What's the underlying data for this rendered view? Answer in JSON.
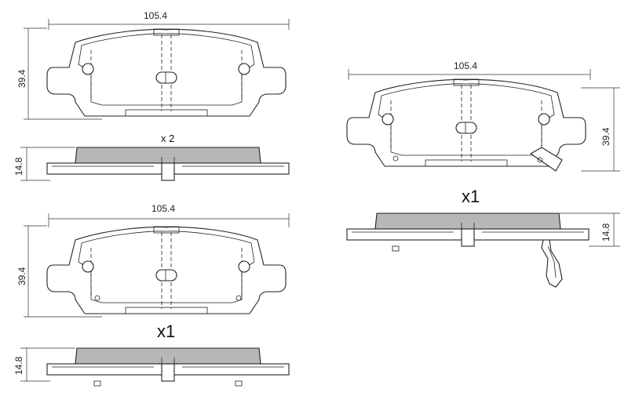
{
  "views": {
    "pad_a": {
      "width_label": "105.4",
      "height_label": "39.4",
      "thickness_label": "14.8",
      "quantity_label": "x 2"
    },
    "pad_b": {
      "width_label": "105.4",
      "height_label": "39.4",
      "thickness_label": "14.8",
      "quantity_label": "x1"
    },
    "pad_c": {
      "width_label": "105.4",
      "height_label": "39.4",
      "thickness_label": "14.8",
      "quantity_label": "x1"
    }
  }
}
